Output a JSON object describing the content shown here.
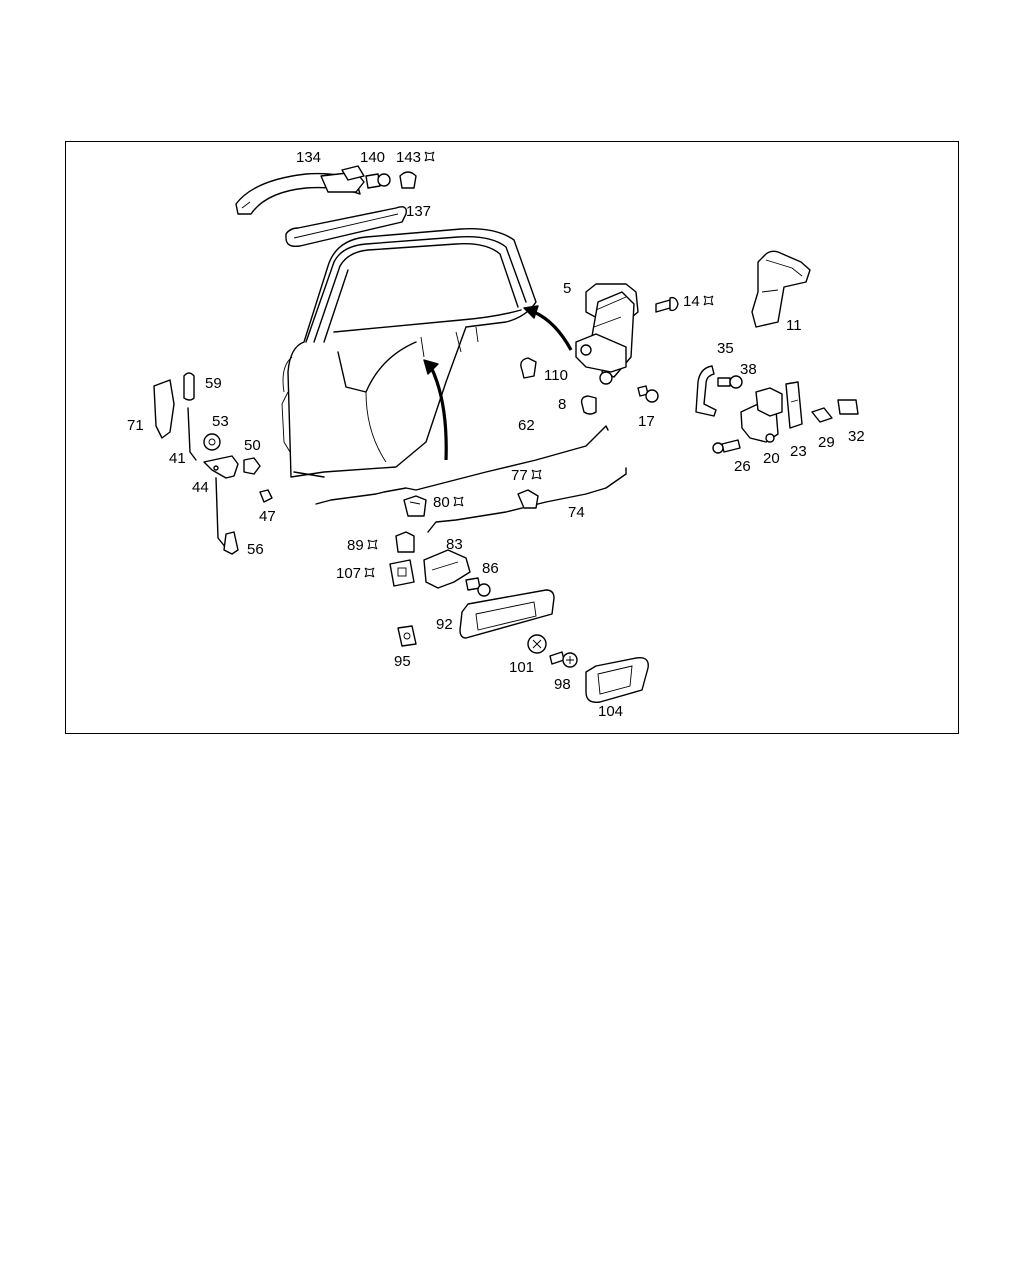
{
  "callouts": [
    {
      "id": "134",
      "label": "134",
      "star": false
    },
    {
      "id": "140",
      "label": "140",
      "star": false
    },
    {
      "id": "143",
      "label": "143",
      "star": true
    },
    {
      "id": "137",
      "label": "137",
      "star": false
    },
    {
      "id": "5",
      "label": "5",
      "star": false
    },
    {
      "id": "14",
      "label": "14",
      "star": true
    },
    {
      "id": "11",
      "label": "11",
      "star": false
    },
    {
      "id": "35",
      "label": "35",
      "star": false
    },
    {
      "id": "38",
      "label": "38",
      "star": false
    },
    {
      "id": "110",
      "label": "110",
      "star": false
    },
    {
      "id": "59",
      "label": "59",
      "star": false
    },
    {
      "id": "71",
      "label": "71",
      "star": false
    },
    {
      "id": "53",
      "label": "53",
      "star": false
    },
    {
      "id": "8",
      "label": "8",
      "star": false
    },
    {
      "id": "17",
      "label": "17",
      "star": false
    },
    {
      "id": "62",
      "label": "62",
      "star": false
    },
    {
      "id": "50",
      "label": "50",
      "star": false
    },
    {
      "id": "41",
      "label": "41",
      "star": false
    },
    {
      "id": "29",
      "label": "29",
      "star": false
    },
    {
      "id": "32",
      "label": "32",
      "star": false
    },
    {
      "id": "23",
      "label": "23",
      "star": false
    },
    {
      "id": "20",
      "label": "20",
      "star": false
    },
    {
      "id": "26",
      "label": "26",
      "star": false
    },
    {
      "id": "44",
      "label": "44",
      "star": false
    },
    {
      "id": "77",
      "label": "77",
      "star": true
    },
    {
      "id": "80",
      "label": "80",
      "star": true
    },
    {
      "id": "74",
      "label": "74",
      "star": false
    },
    {
      "id": "47",
      "label": "47",
      "star": false
    },
    {
      "id": "56",
      "label": "56",
      "star": false
    },
    {
      "id": "89",
      "label": "89",
      "star": true
    },
    {
      "id": "83",
      "label": "83",
      "star": false
    },
    {
      "id": "107",
      "label": "107",
      "star": true
    },
    {
      "id": "86",
      "label": "86",
      "star": false
    },
    {
      "id": "92",
      "label": "92",
      "star": false
    },
    {
      "id": "95",
      "label": "95",
      "star": false
    },
    {
      "id": "101",
      "label": "101",
      "star": false
    },
    {
      "id": "98",
      "label": "98",
      "star": false
    },
    {
      "id": "104",
      "label": "104",
      "star": false
    }
  ]
}
